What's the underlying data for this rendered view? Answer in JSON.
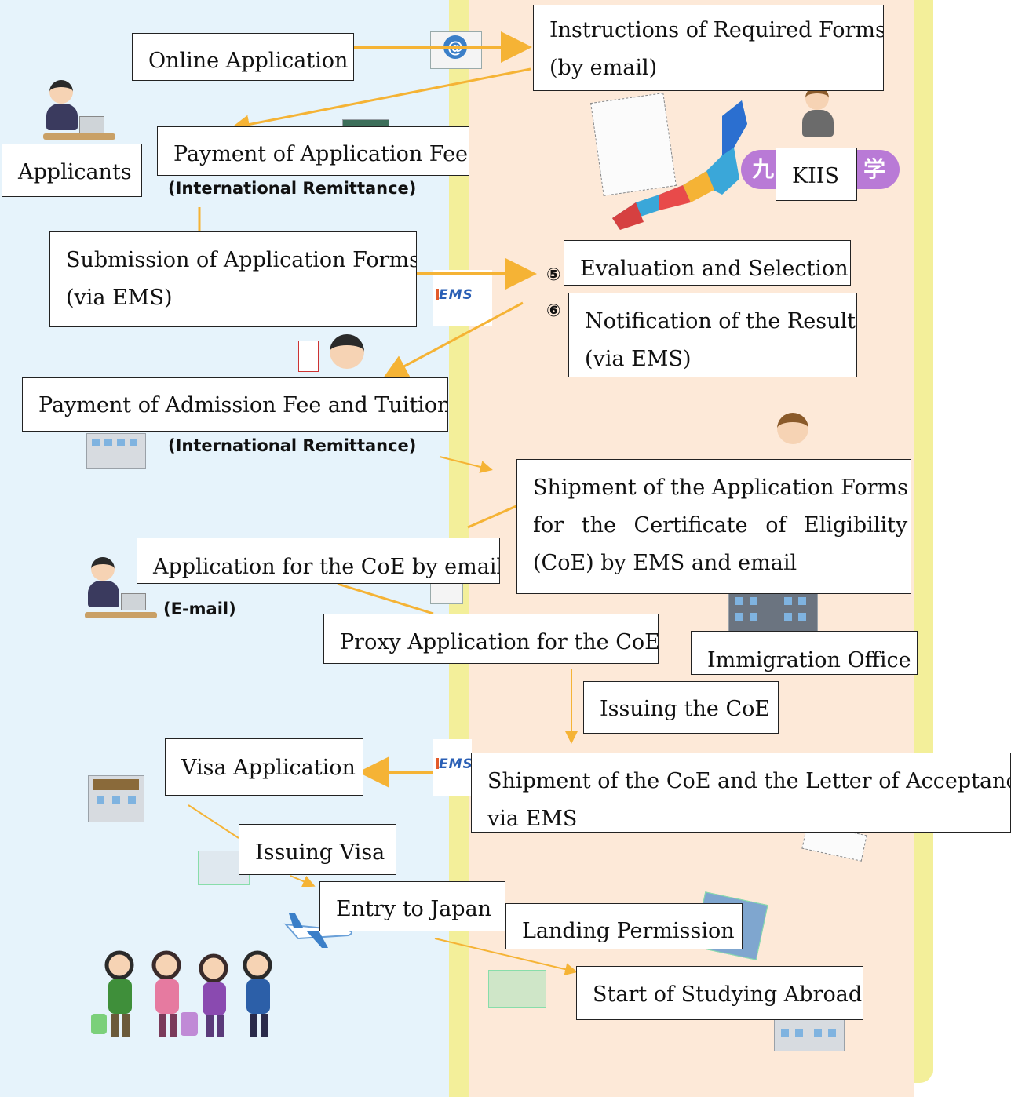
{
  "boxes": {
    "online_application": "Online Application",
    "instructions": [
      "Instructions of Required Forms",
      "(by email)"
    ],
    "applicants": "Applicants",
    "payment_application_fee": "Payment of Application Fee",
    "kiis": "KIIS",
    "submission": [
      "Submission of Application Forms",
      "(via EMS)"
    ],
    "evaluation": "Evaluation and Selection",
    "notification": [
      "Notification of the Result",
      "(via EMS)"
    ],
    "payment_admission": "Payment of Admission Fee and Tuition",
    "shipment_forms": [
      "Shipment of the Application Forms",
      "for the Certificate of Eligibility",
      "(CoE) by EMS and email"
    ],
    "application_coe": "Application for the CoE by email",
    "proxy_application": "Proxy Application for the CoE",
    "immigration_office": "Immigration Office",
    "issuing_coe": "Issuing the CoE",
    "visa_application": "Visa Application",
    "shipment_coe": [
      "Shipment of the CoE and the Letter of Acceptance",
      "via EMS"
    ],
    "issuing_visa": "Issuing Visa",
    "entry_japan": "Entry to Japan",
    "landing_permission": "Landing Permission",
    "start_studying": "Start of Studying Abroad"
  },
  "notes": {
    "remittance_1": "(International Remittance)",
    "remittance_2": "(International Remittance)",
    "email": "(E-mail)"
  },
  "markers": {
    "five": "⑤",
    "six": "⑥"
  },
  "icons": {
    "ems_label": "EMS",
    "mail_symbol": "@",
    "kiis_banner": "九",
    "kiis_banner_tail": "学"
  },
  "colors": {
    "applicant_lane": "#e6f3fb",
    "school_lane": "#fde9d8",
    "divider": "#f3ef9a",
    "arrow": "#f5b335"
  }
}
